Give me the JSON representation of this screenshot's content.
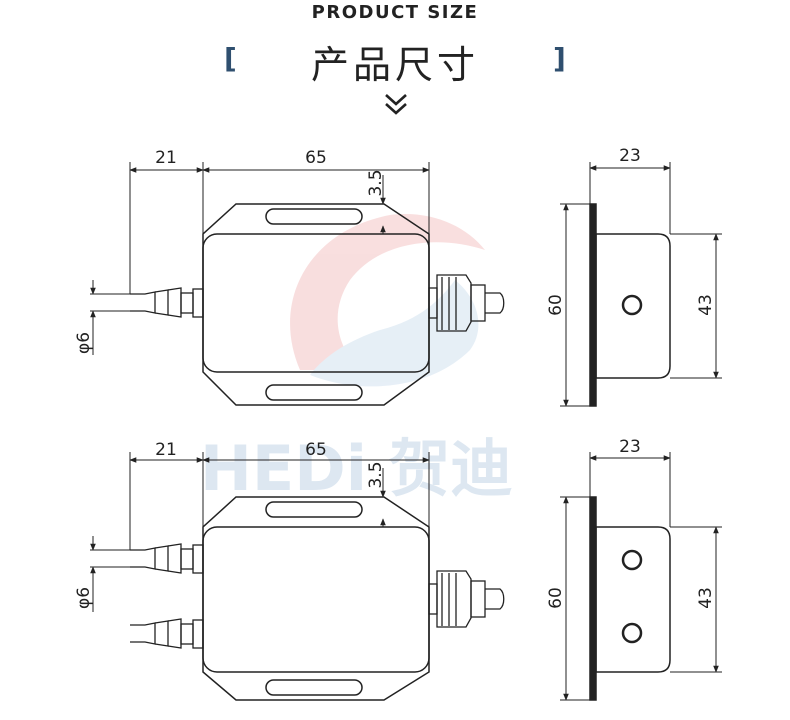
{
  "header": {
    "title_en": "PRODUCT SIZE",
    "title_cn": "产品尺寸",
    "bracket_left": "[",
    "bracket_right": "]"
  },
  "watermark": {
    "text": "HEDi 贺迪"
  },
  "top_front": {
    "w1": "21",
    "w2": "65",
    "h_small": "3.5",
    "port": "φ6"
  },
  "top_side": {
    "depth": "23",
    "height_outer": "60",
    "height_inner": "43"
  },
  "bottom_front": {
    "w1": "21",
    "w2": "65",
    "h_small": "3.5",
    "port": "φ6"
  },
  "bottom_side": {
    "depth": "23",
    "height_outer": "60",
    "height_inner": "43"
  },
  "colors": {
    "line": "#222222",
    "accent": "#2f4f6f",
    "watermark_red": "#e8a0a0",
    "watermark_blue": "#c6d8ea"
  }
}
